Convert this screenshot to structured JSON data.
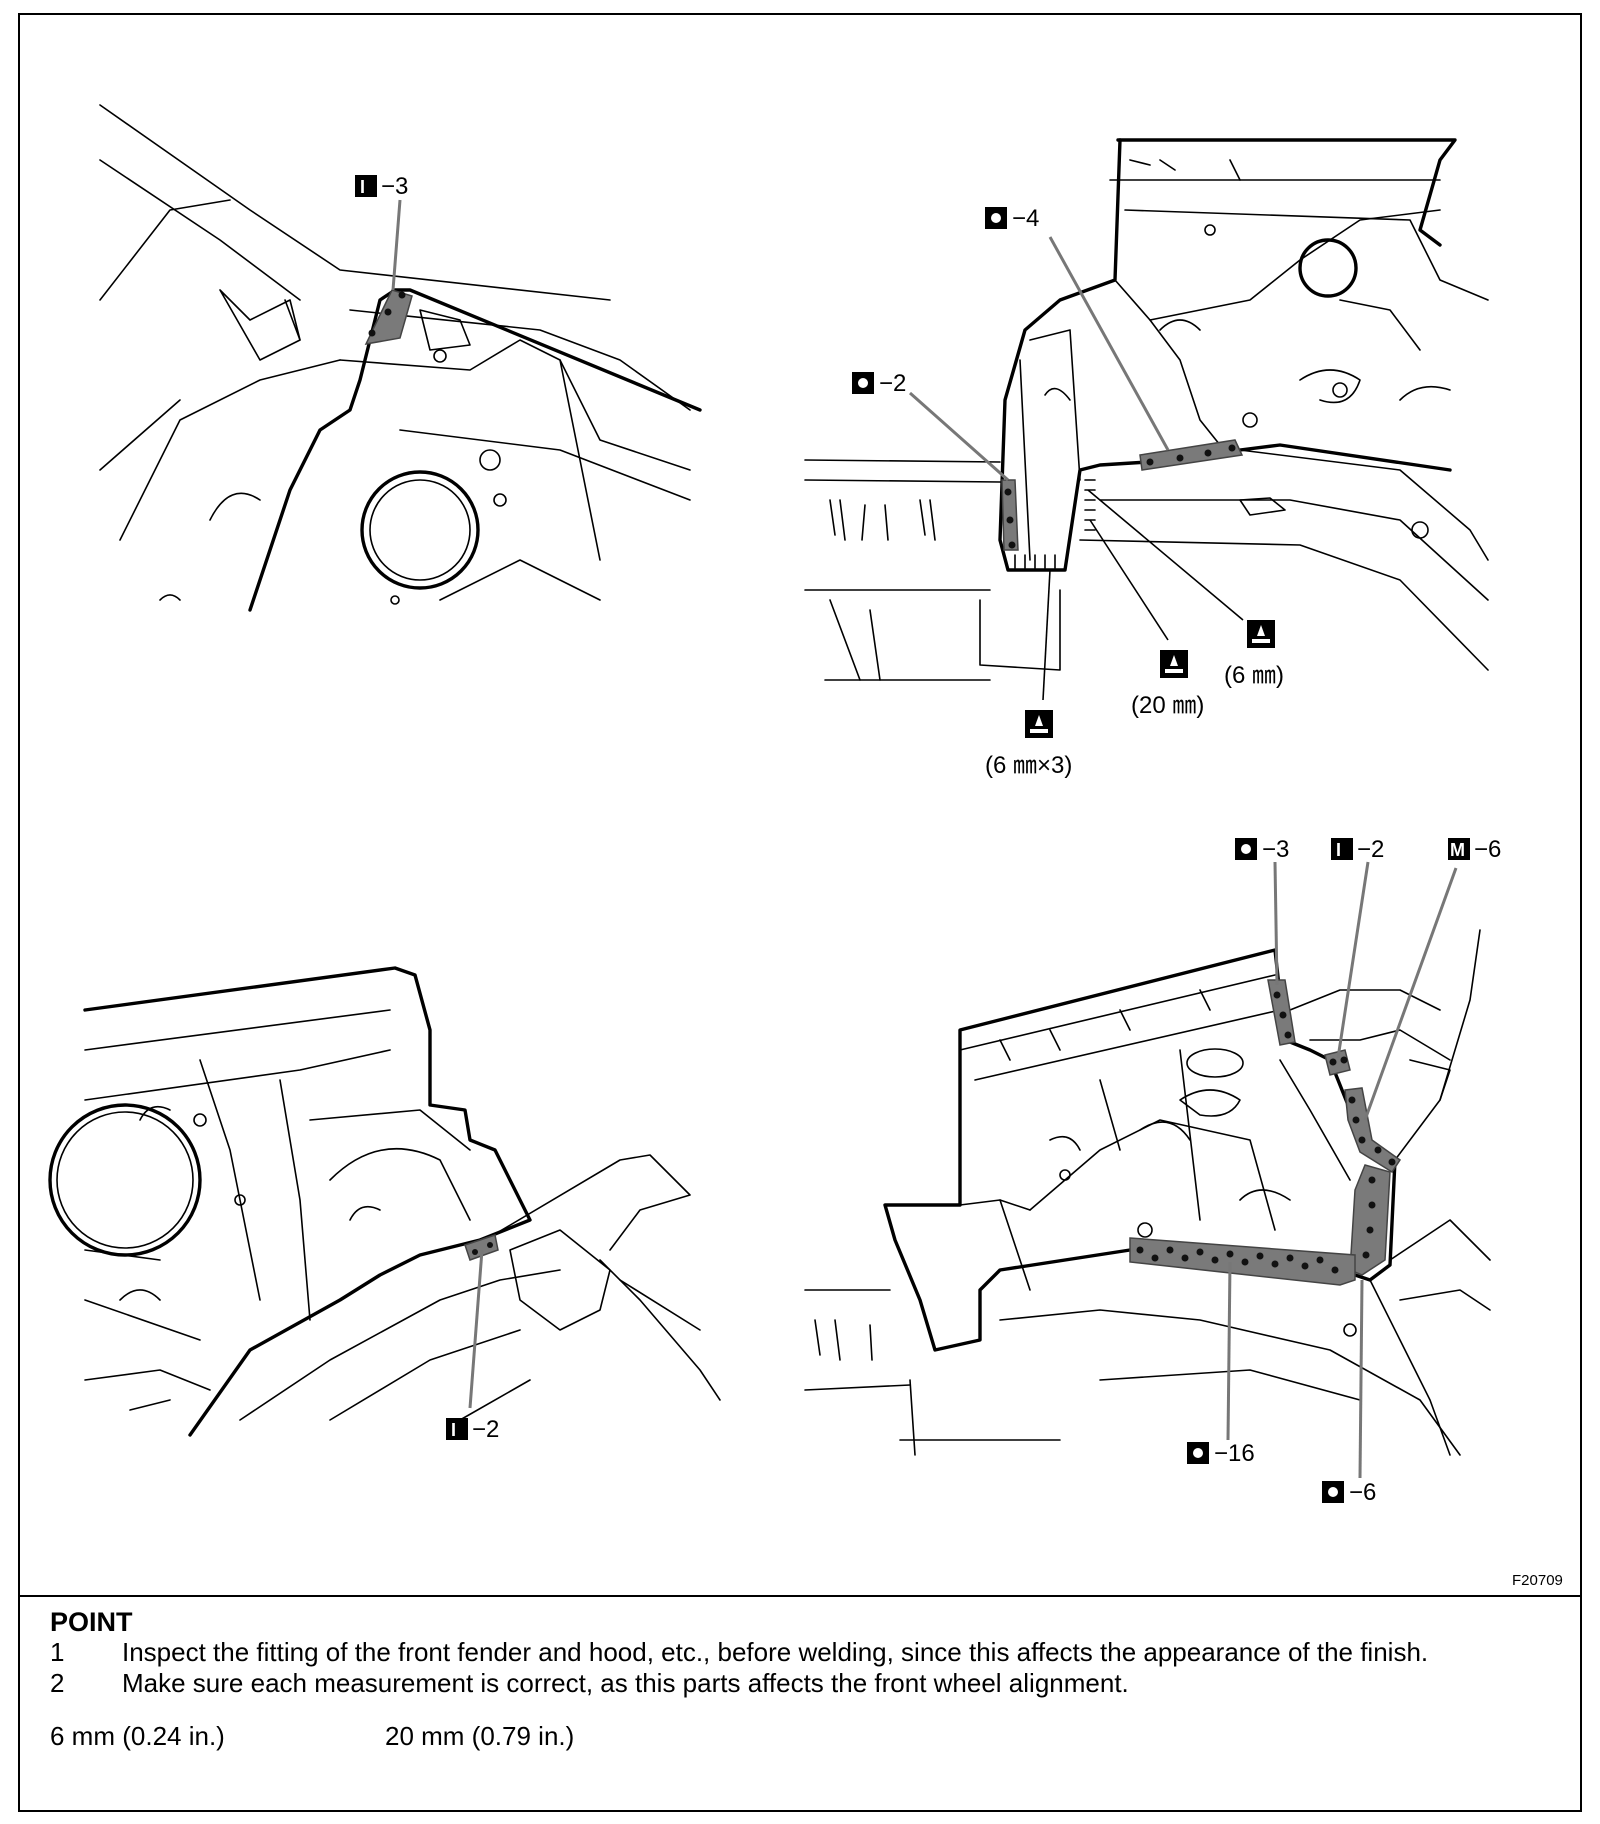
{
  "figure": {
    "id_code": "F20709",
    "callouts": {
      "tl_i3": {
        "icon": "I",
        "text": "−3"
      },
      "tr_o4": {
        "icon": "O",
        "text": "−4"
      },
      "tr_o2": {
        "icon": "O",
        "text": "−2"
      },
      "tr_brazing_6mm": "(6 ㎜)",
      "tr_brazing_20mm": "(20 ㎜)",
      "tr_brazing_6mm_x3": "(6 ㎜×3)",
      "bl_i2": {
        "icon": "I",
        "text": "−2"
      },
      "br_o3": {
        "icon": "O",
        "text": "−3"
      },
      "br_i2": {
        "icon": "I",
        "text": "−2"
      },
      "br_m6": {
        "icon": "M",
        "text": "−6"
      },
      "br_o16": {
        "icon": "O",
        "text": "−16"
      },
      "br_o6": {
        "icon": "O",
        "text": "−6"
      }
    },
    "icons": {
      "I": "inner-spot-weld-icon",
      "O": "outer-spot-weld-icon",
      "M": "mig-plug-weld-icon",
      "brazing": "brazing-torch-icon"
    },
    "colors": {
      "weld_fill": "#7a7a7a",
      "line": "#000000"
    }
  },
  "notes": {
    "title": "POINT",
    "items": [
      {
        "num": "1",
        "text": "Inspect the fitting of the front fender and hood, etc., before welding, since this affects the appearance of the finish."
      },
      {
        "num": "2",
        "text": "Make sure each measurement is correct, as this parts affects the front wheel alignment."
      }
    ],
    "measurements": [
      "6 mm (0.24 in.)",
      "20 mm (0.79 in.)"
    ]
  }
}
